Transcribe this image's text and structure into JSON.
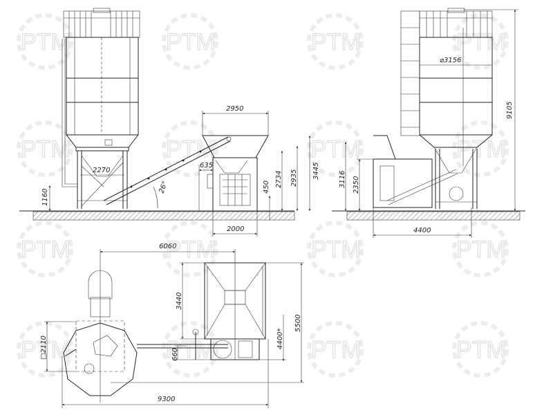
{
  "watermark": {
    "text": "PTM",
    "color": "#e2e2e2"
  },
  "front_view": {
    "dimensions": {
      "hopper_width": "2950",
      "total_height": "3445",
      "height_2935": "2935",
      "height_2734": "2734",
      "height_450": "450",
      "offset_635": "635",
      "frame_width": "2000",
      "pipe_height": "1160",
      "silo_frame": "2270",
      "conveyor_angle": "26°"
    }
  },
  "side_view": {
    "dimensions": {
      "silo_diameter": "⌀3156",
      "total_height": "9105",
      "height_3116": "3116",
      "height_2350": "2350",
      "width_4400": "4400"
    }
  },
  "plan_view": {
    "dimensions": {
      "center_distance": "6060",
      "hopper_length": "3440",
      "total_width": "5500",
      "mixer_offset": "4400*",
      "silo_frame_square": "□2110",
      "conveyor_offset": "660",
      "total_length": "9300"
    }
  }
}
